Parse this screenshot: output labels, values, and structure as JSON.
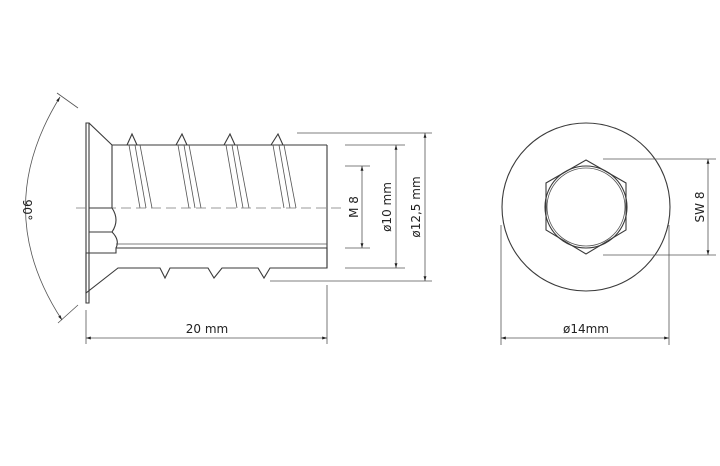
{
  "drawing": {
    "side_view": {
      "angle_label": "90°",
      "length_label": "20 mm",
      "thread_label": "M 8",
      "inner_diameter_label": "ø10 mm",
      "outer_diameter_label": "ø12,5 mm"
    },
    "end_view": {
      "hex_label": "SW 8",
      "head_diameter_label": "ø14mm"
    },
    "colors": {
      "line": "#3a3a3a",
      "background": "#ffffff"
    }
  }
}
